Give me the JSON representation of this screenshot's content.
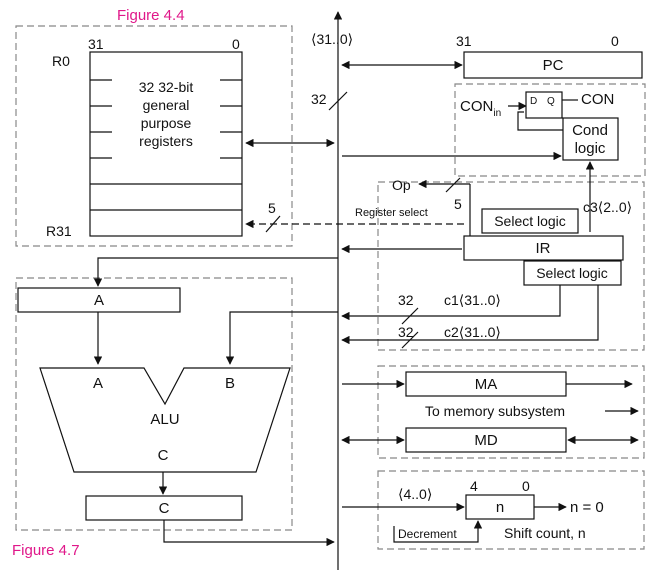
{
  "figure_labels": {
    "top": "Figure 4.4",
    "bottom": "Figure 4.7"
  },
  "bus": {
    "range": "⟨31..0⟩",
    "width": "32"
  },
  "registers": {
    "bit_hi": "31",
    "bit_lo": "0",
    "first": "R0",
    "last": "R31",
    "line1": "32 32-bit",
    "line2": "general",
    "line3": "purpose",
    "line4": "registers",
    "select_width": "5"
  },
  "pc": {
    "label": "PC",
    "bit_hi": "31",
    "bit_lo": "0"
  },
  "cond": {
    "con_in": "CON",
    "con_in_sub": "in",
    "flipflop_d": "D",
    "flipflop_q": "Q",
    "con_out": "CON",
    "logic_line1": "Cond",
    "logic_line2": "logic"
  },
  "ir": {
    "op": "Op",
    "op_width": "5",
    "register_select": "Register select",
    "select_logic_top": "Select logic",
    "label": "IR",
    "select_logic_bottom": "Select logic",
    "c3": "c3⟨2..0⟩",
    "c1": "c1⟨31..0⟩",
    "c1_width": "32",
    "c2": "c2⟨31..0⟩",
    "c2_width": "32"
  },
  "alu": {
    "reg_a": "A",
    "in_a": "A",
    "in_b": "B",
    "label": "ALU",
    "out_c": "C",
    "reg_c": "C"
  },
  "memory": {
    "ma": "MA",
    "md": "MD",
    "to_memory": "To memory subsystem"
  },
  "shift": {
    "range": "⟨4..0⟩",
    "bit_hi": "4",
    "bit_lo": "0",
    "label": "n",
    "zero": "n = 0",
    "decrement": "Decrement",
    "caption": "Shift count, n"
  }
}
